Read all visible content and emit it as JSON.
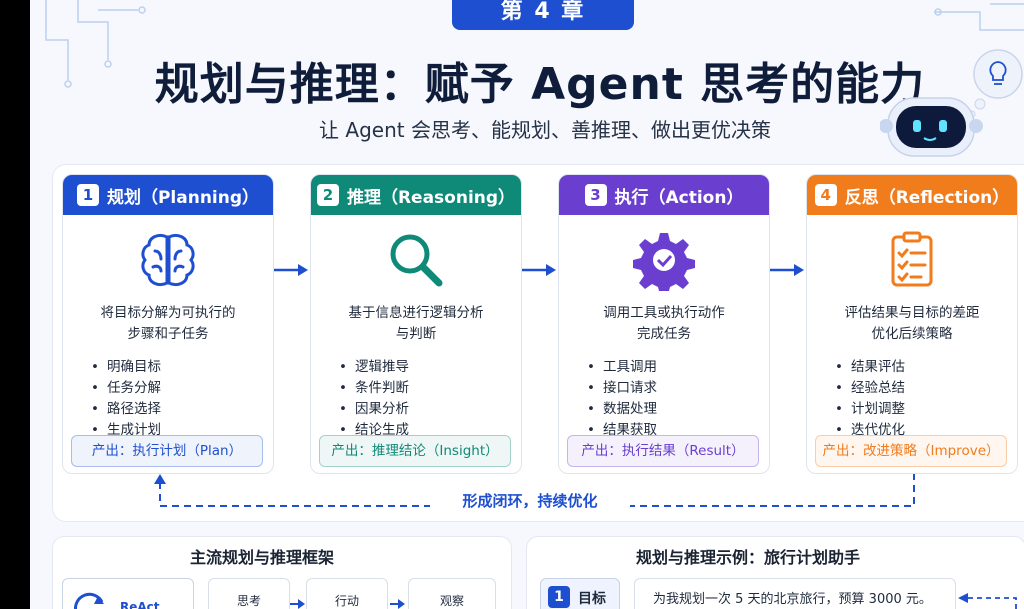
{
  "chapter": "第 4 章",
  "title": "规划与推理：赋予 Agent 思考的能力",
  "subtitle": "让 Agent 会思考、能规划、善推理、做出更优决策",
  "steps": [
    {
      "num": "1",
      "title": "规划（Planning）",
      "color": "#1f4fd1",
      "icon": "brain-icon",
      "desc": [
        "将目标分解为可执行的",
        "步骤和子任务"
      ],
      "items": [
        "明确目标",
        "任务分解",
        "路径选择",
        "生成计划"
      ],
      "output": "产出：执行计划（Plan）"
    },
    {
      "num": "2",
      "title": "推理（Reasoning）",
      "color": "#0f8a78",
      "icon": "magnifier-icon",
      "desc": [
        "基于信息进行逻辑分析",
        "与判断"
      ],
      "items": [
        "逻辑推导",
        "条件判断",
        "因果分析",
        "结论生成"
      ],
      "output": "产出：推理结论（Insight）"
    },
    {
      "num": "3",
      "title": "执行（Action）",
      "color": "#6a3fd0",
      "icon": "gear-icon",
      "desc": [
        "调用工具或执行动作",
        "完成任务"
      ],
      "items": [
        "工具调用",
        "接口请求",
        "数据处理",
        "结果获取"
      ],
      "output": "产出：执行结果（Result）"
    },
    {
      "num": "4",
      "title": "反思（Reflection）",
      "color": "#f07c1c",
      "icon": "checklist-icon",
      "desc": [
        "评估结果与目标的差距",
        "优化后续策略"
      ],
      "items": [
        "结果评估",
        "经验总结",
        "计划调整",
        "迭代优化"
      ],
      "output": "产出：改进策略（Improve）"
    }
  ],
  "loop_label": "形成闭环，持续优化",
  "frameworks": {
    "title": "主流规划与推理框架",
    "react_label": "ReAct",
    "stages": [
      "思考",
      "行动",
      "观察"
    ]
  },
  "example": {
    "title": "规划与推理示例：旅行计划助手",
    "goal_num": "1",
    "goal_label": "目标",
    "goal_text": "为我规划一次 5 天的北京旅行，预算 3000 元。"
  }
}
